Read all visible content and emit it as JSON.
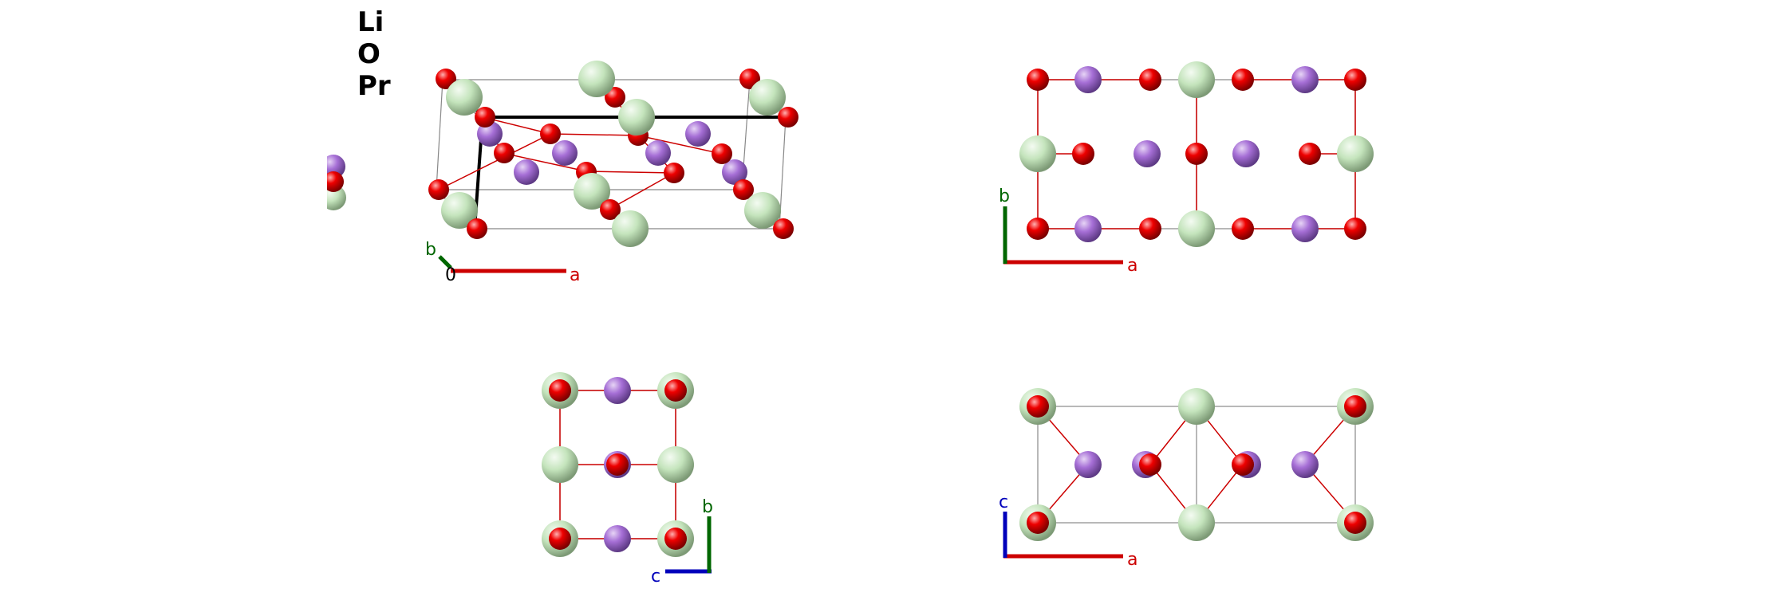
{
  "legend": {
    "items": [
      {
        "label": "Li",
        "color": "#a66fd6"
      },
      {
        "label": "O",
        "color": "#e60000"
      },
      {
        "label": "Pr",
        "color": "#c4e4bc"
      }
    ]
  },
  "views": {
    "perspective": {
      "axes": {
        "a": "a",
        "b": "b",
        "origin": "0"
      }
    },
    "top_right": {
      "axes": {
        "a": "a",
        "b": "b"
      }
    },
    "bottom_left": {
      "axes": {
        "c": "c",
        "b": "b"
      }
    },
    "bottom_right": {
      "axes": {
        "a": "a",
        "c": "c"
      }
    }
  },
  "colors": {
    "Li": "#a66fd6",
    "O": "#e60000",
    "Pr": "#c4e4bc",
    "axis_a": "#cc0000",
    "axis_b": "#006600",
    "axis_c": "#0000bb",
    "bond": "#cc0000",
    "cell": "#888888"
  }
}
